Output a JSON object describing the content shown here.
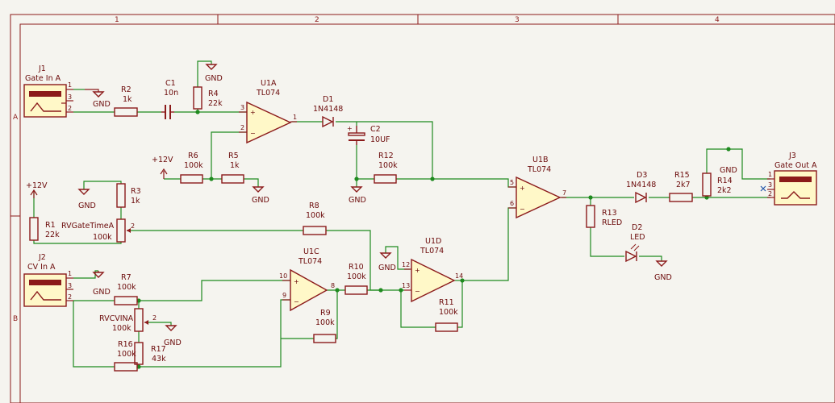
{
  "frame": {
    "columns": [
      "1",
      "2",
      "3",
      "4"
    ],
    "rows": [
      "A",
      "B"
    ]
  },
  "connectors": {
    "J1": {
      "ref": "J1",
      "value": "Gate In A",
      "pins": [
        "1",
        "3",
        "2"
      ]
    },
    "J2": {
      "ref": "J2",
      "value": "CV In A",
      "pins": [
        "1",
        "3",
        "2"
      ]
    },
    "J3": {
      "ref": "J3",
      "value": "Gate Out A",
      "pins": [
        "1",
        "3",
        "2"
      ]
    }
  },
  "resistors": {
    "R1": {
      "ref": "R1",
      "value": "22k"
    },
    "R2": {
      "ref": "R2",
      "value": "1k"
    },
    "R3": {
      "ref": "R3",
      "value": "1k"
    },
    "R4": {
      "ref": "R4",
      "value": "22k"
    },
    "R5": {
      "ref": "R5",
      "value": "1k"
    },
    "R6": {
      "ref": "R6",
      "value": "100k"
    },
    "R7": {
      "ref": "R7",
      "value": "100k"
    },
    "R8": {
      "ref": "R8",
      "value": "100k"
    },
    "R9": {
      "ref": "R9",
      "value": "100k"
    },
    "R10": {
      "ref": "R10",
      "value": "100k"
    },
    "R11": {
      "ref": "R11",
      "value": "100k"
    },
    "R12": {
      "ref": "R12",
      "value": "100k"
    },
    "R13": {
      "ref": "R13",
      "value": "RLED"
    },
    "R14": {
      "ref": "R14",
      "value": "2k2"
    },
    "R15": {
      "ref": "R15",
      "value": "2k7"
    },
    "R16": {
      "ref": "R16",
      "value": "100k"
    },
    "R17": {
      "ref": "R17",
      "value": "43k"
    }
  },
  "pots": {
    "RVGateTimeA": {
      "ref": "RVGateTimeA",
      "value": "100k",
      "wiper": "2"
    },
    "RVCVINA": {
      "ref": "RVCVINA",
      "value": "100k",
      "wiper": "2"
    }
  },
  "capacitors": {
    "C1": {
      "ref": "C1",
      "value": "10n"
    },
    "C2": {
      "ref": "C2",
      "value": "10UF"
    }
  },
  "diodes": {
    "D1": {
      "ref": "D1",
      "value": "1N4148"
    },
    "D2": {
      "ref": "D2",
      "value": "LED"
    },
    "D3": {
      "ref": "D3",
      "value": "1N4148"
    }
  },
  "opamps": {
    "U1A": {
      "ref": "U1A",
      "value": "TL074",
      "pins": {
        "plus": "3",
        "minus": "2",
        "out": "1"
      }
    },
    "U1B": {
      "ref": "U1B",
      "value": "TL074",
      "pins": {
        "plus": "5",
        "minus": "6",
        "out": "7"
      }
    },
    "U1C": {
      "ref": "U1C",
      "value": "TL074",
      "pins": {
        "plus": "10",
        "minus": "9",
        "out": "8"
      }
    },
    "U1D": {
      "ref": "U1D",
      "value": "TL074",
      "pins": {
        "plus": "12",
        "minus": "13",
        "out": "14"
      }
    }
  },
  "power": {
    "gnd": "GND",
    "vplus": "+12V"
  }
}
